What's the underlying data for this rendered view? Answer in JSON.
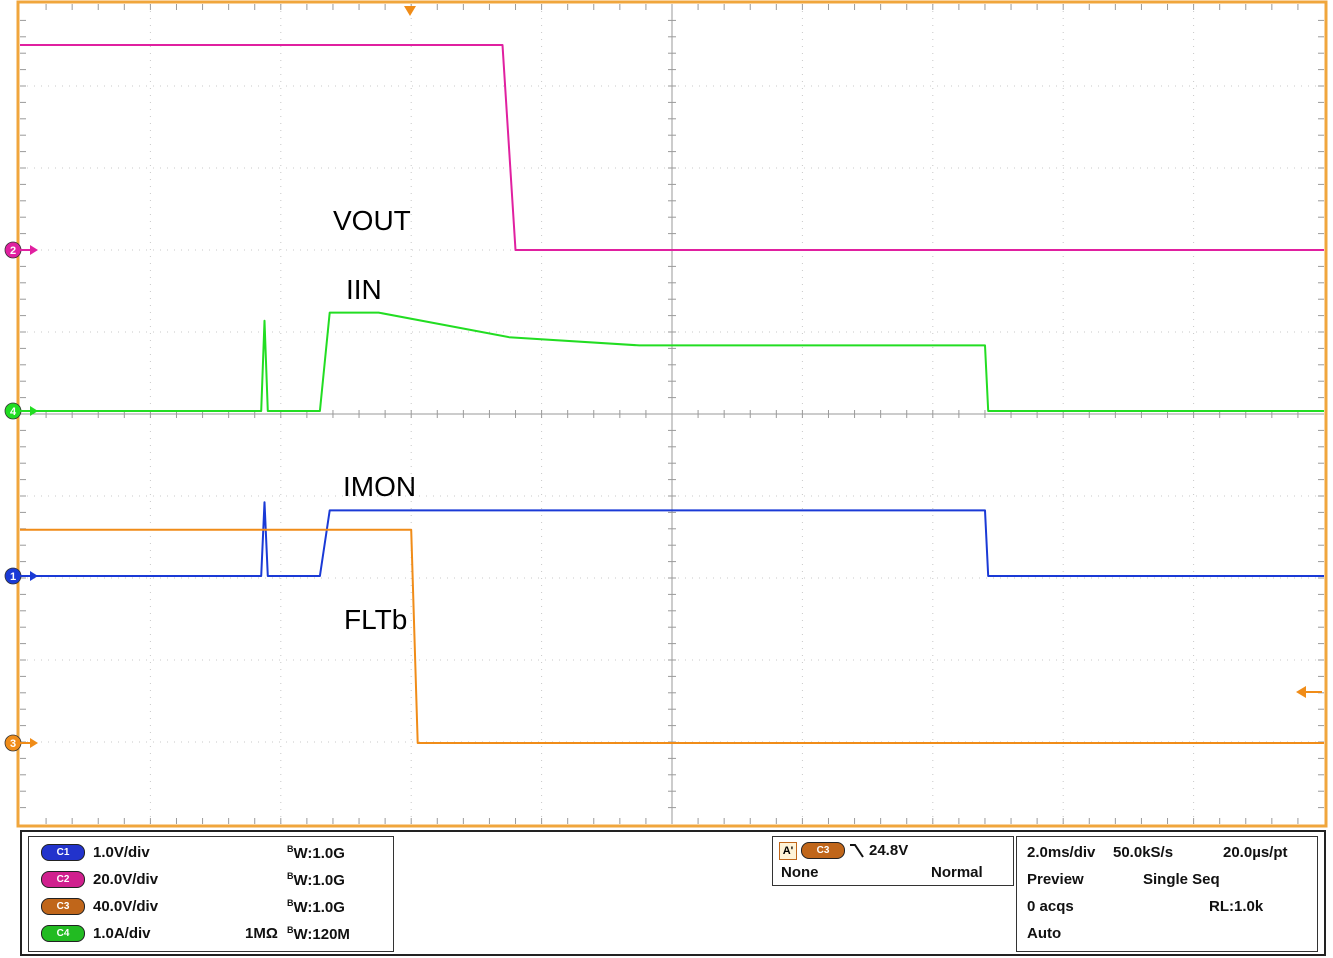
{
  "chart_data": {
    "type": "line",
    "x_divisions": 10,
    "y_divisions": 10,
    "grid": true,
    "series": [
      {
        "name": "VOUT",
        "channel": "2",
        "color": "#e020a0",
        "points": [
          [
            0.0,
            2.5
          ],
          [
            3.7,
            2.5
          ],
          [
            3.8,
            0.0
          ],
          [
            10.0,
            0.0
          ]
        ]
      },
      {
        "name": "IIN",
        "channel": "4",
        "color": "#22dd22",
        "points": [
          [
            0.0,
            0.0
          ],
          [
            3.7,
            0.0
          ],
          [
            3.75,
            1.1
          ],
          [
            3.8,
            0.0
          ],
          [
            4.6,
            0.0
          ],
          [
            4.75,
            1.2
          ],
          [
            5.5,
            1.2
          ],
          [
            7.5,
            0.9
          ],
          [
            9.5,
            0.8
          ],
          [
            14.8,
            0.8
          ],
          [
            14.85,
            0.0
          ],
          [
            20.0,
            0.0
          ]
        ]
      },
      {
        "name": "IMON",
        "channel": "1",
        "color": "#1a3ad6",
        "points": [
          [
            0.0,
            0.0
          ],
          [
            3.7,
            0.0
          ],
          [
            3.75,
            0.9
          ],
          [
            3.8,
            0.0
          ],
          [
            4.6,
            0.0
          ],
          [
            4.75,
            0.8
          ],
          [
            14.8,
            0.8
          ],
          [
            14.85,
            0.0
          ],
          [
            20.0,
            0.0
          ]
        ]
      },
      {
        "name": "FLTb",
        "channel": "3",
        "color": "#f08c18",
        "points": [
          [
            0.0,
            2.6
          ],
          [
            6.0,
            2.6
          ],
          [
            6.1,
            0.0
          ],
          [
            20.0,
            0.0
          ]
        ]
      }
    ]
  },
  "channels": [
    {
      "tag": "C1",
      "scale": "1.0V/div",
      "bw": "1.0G",
      "impedance": "",
      "color": "#2233cc"
    },
    {
      "tag": "C2",
      "scale": "20.0V/div",
      "bw": "1.0G",
      "impedance": "",
      "color": "#d0208e"
    },
    {
      "tag": "C3",
      "scale": "40.0V/div",
      "bw": "1.0G",
      "impedance": "",
      "color": "#c0661a"
    },
    {
      "tag": "C4",
      "scale": "1.0A/div",
      "bw": "120M",
      "impedance": "1MΩ",
      "color": "#22bb22"
    }
  ],
  "bw_prefix": "B",
  "bw_sub": "W",
  "bw_sep": ":",
  "markers": {
    "ch2": "2",
    "ch4": "4",
    "ch1": "1",
    "ch3": "3"
  },
  "trigger": {
    "source_tag": "A'",
    "channel": "C3",
    "level": "24.8V",
    "coupling": "None",
    "mode": "Normal"
  },
  "timebase": {
    "scale": "2.0ms/div",
    "rate": "50.0kS/s",
    "per_point": "20.0µs/pt",
    "preview": "Preview",
    "acq_mode": "Single Seq",
    "acqs": "0 acqs",
    "record_length": "RL:1.0k",
    "auto": "Auto"
  }
}
